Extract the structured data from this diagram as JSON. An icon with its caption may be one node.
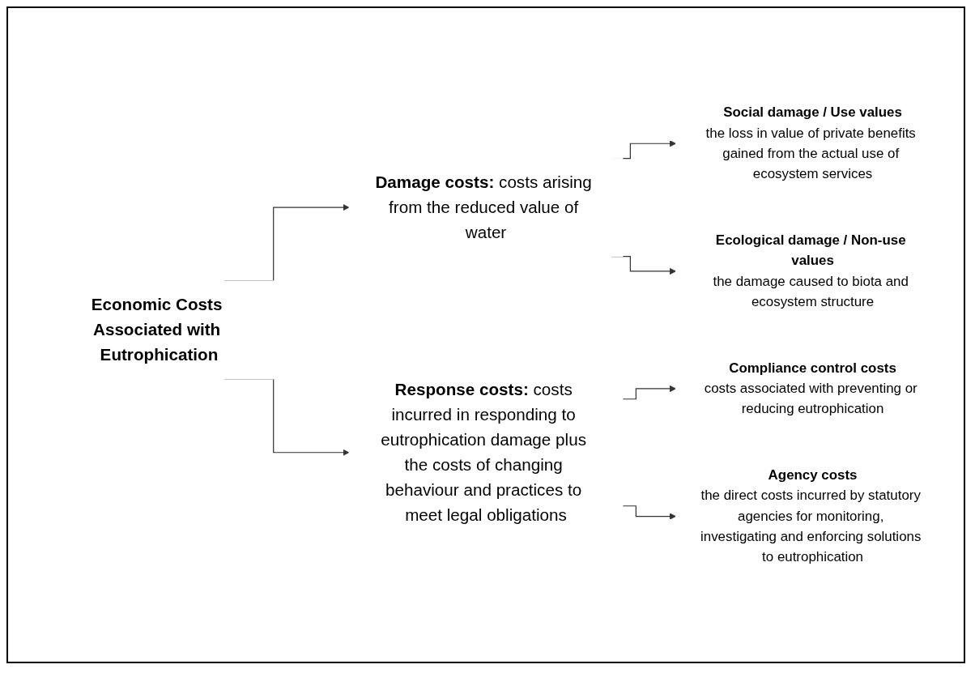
{
  "diagram": {
    "nodes": [
      {
        "text": [
          "Economic Costs Associated with Eutrophication"
        ]
      },
      {
        "text": [
          "Damage costs:",
          "costs arising from the reduced value of water"
        ]
      },
      {
        "text": [
          "Response costs:",
          "costs incurred in responding to eutrophication damage plus the costs of changing behaviour and practices to meet legal obligations"
        ]
      },
      {
        "text": [
          "Social damage / Use values",
          "the loss in value of private benefits gained from the actual use of ecosystem services"
        ]
      },
      {
        "text": [
          "Ecological damage / Non-use values",
          "the damage caused to biota and ecosystem structure"
        ]
      },
      {
        "text": [
          "Compliance control costs",
          "costs associated with preventing or reducing eutrophication"
        ]
      },
      {
        "text": [
          "Agency costs",
          "the direct costs incurred by statutory agencies for monitoring, investigating and enforcing solutions to eutrophication"
        ]
      }
    ],
    "edges": [
      {
        "from": 0,
        "to": 1,
        "arrow": "to"
      },
      {
        "from": 0,
        "to": 2,
        "arrow": "to"
      },
      {
        "from": 1,
        "to": 3,
        "arrow": "to"
      },
      {
        "from": 1,
        "to": 4,
        "arrow": "to"
      },
      {
        "from": 2,
        "to": 5,
        "arrow": "to"
      },
      {
        "from": 2,
        "to": 6,
        "arrow": "to"
      }
    ]
  }
}
